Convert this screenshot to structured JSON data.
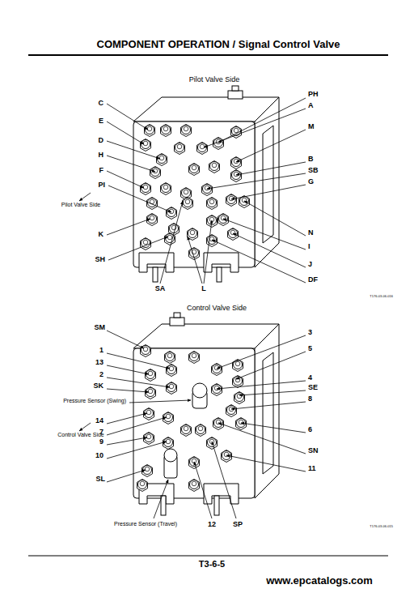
{
  "diagram": {
    "title": "COMPONENT OPERATION / Signal Control Valve",
    "labels": [
      "Pilot Valve Side",
      "C",
      "E",
      "D",
      "H",
      "F",
      "PI",
      "Pilot Valve Side",
      "K",
      "SH",
      "SA",
      "L",
      "PH",
      "A",
      "M",
      "B",
      "SB",
      "G",
      "N",
      "I",
      "J",
      "DF",
      "T176-03-06-016",
      "Control Valve Side",
      "SM",
      "1",
      "13",
      "2",
      "SK",
      "Pressure Sensor (Swing)",
      "14",
      "Control Valve Side",
      "7",
      "9",
      "10",
      "SL",
      "Pressure Sensor (Travel)",
      "12",
      "SP",
      "3",
      "5",
      "4",
      "SE",
      "8",
      "6",
      "SN",
      "11",
      "T176-03-06-015",
      "T3-6-5",
      "www.epcatalogs.com"
    ]
  }
}
